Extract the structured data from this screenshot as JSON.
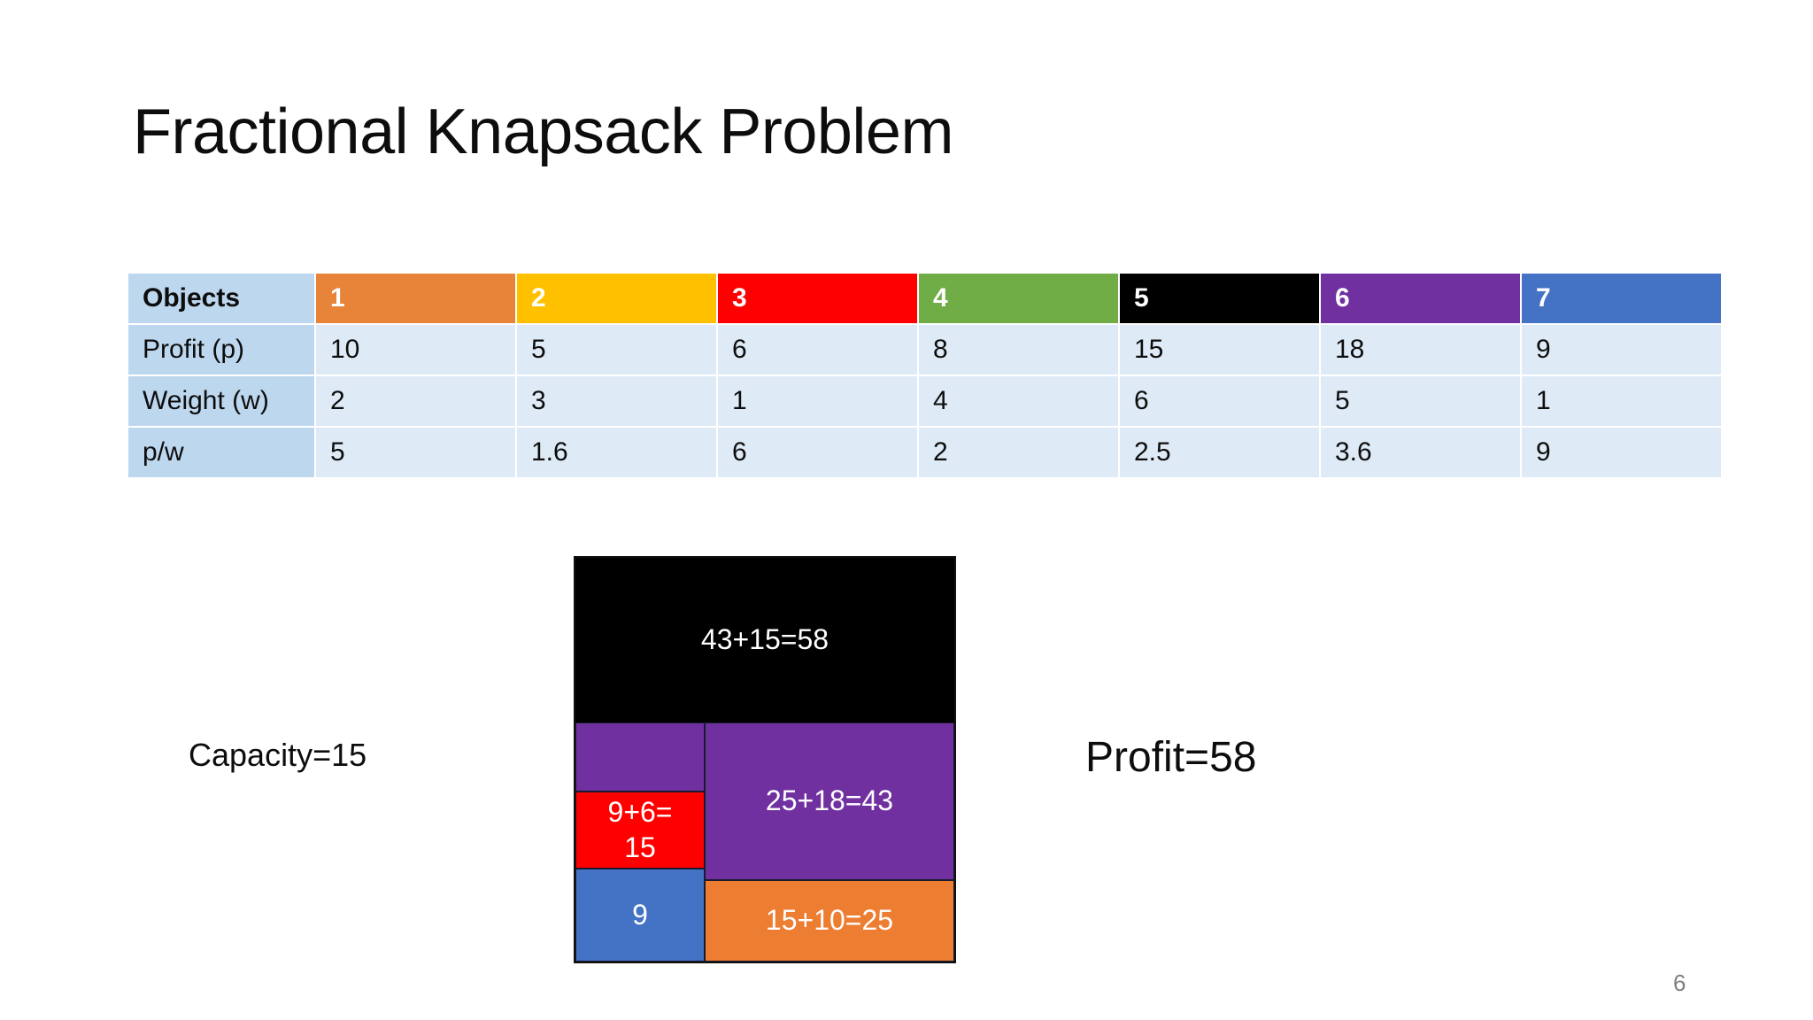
{
  "slide": {
    "title": "Fractional Knapsack Problem",
    "number": "6"
  },
  "table": {
    "row_labels": [
      "Objects",
      "Profit (p)",
      "Weight (w)",
      "p/w"
    ],
    "objects": [
      {
        "id": "1",
        "color": "#e8833a"
      },
      {
        "id": "2",
        "color": "#ffc000"
      },
      {
        "id": "3",
        "color": "#ff0000"
      },
      {
        "id": "4",
        "color": "#70ad47"
      },
      {
        "id": "5",
        "color": "#000000"
      },
      {
        "id": "6",
        "color": "#7030a0"
      },
      {
        "id": "7",
        "color": "#4472c4"
      }
    ],
    "profit": [
      "10",
      "5",
      "6",
      "8",
      "15",
      "18",
      "9"
    ],
    "weight": [
      "2",
      "3",
      "1",
      "4",
      "6",
      "5",
      "1"
    ],
    "ratio": [
      "5",
      "1.6",
      "6",
      "2",
      "2.5",
      "3.6",
      "9"
    ]
  },
  "diagram": {
    "capacity_label": "Capacity=15",
    "profit_label": "Profit=58",
    "blocks": {
      "top_total": "43+15=58",
      "right_purple": "25+18=43",
      "left_red": "9+6=\n15",
      "left_red_line1": "9+6=",
      "left_red_line2": "15",
      "left_blue": "9",
      "right_orange": "15+10=25",
      "left_purple": ""
    },
    "colors": {
      "black": "#000000",
      "purple": "#7030a0",
      "red": "#ff0000",
      "blue": "#4472c4",
      "orange": "#ed7d31"
    }
  }
}
